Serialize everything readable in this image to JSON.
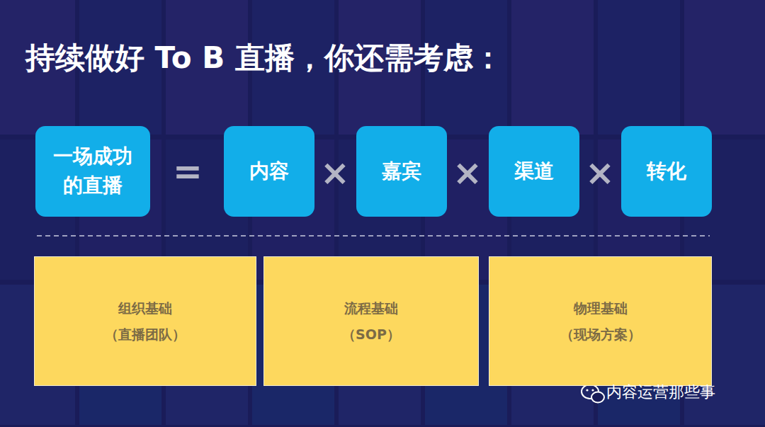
{
  "diagram": {
    "title": "持续做好 To B 直播，你还需考虑：",
    "nodes": [
      {
        "text": [
          "一场成功 的直播"
        ]
      },
      {
        "text": [
          "内容"
        ]
      },
      {
        "text": [
          "嘉宾"
        ]
      },
      {
        "text": [
          "渠道"
        ]
      },
      {
        "text": [
          "转化"
        ]
      },
      {
        "text": [
          "组织基础",
          "（直播团队）"
        ]
      },
      {
        "text": [
          "流程基础",
          "（SOP）"
        ]
      },
      {
        "text": [
          "物理基础",
          "（现场方案）"
        ]
      }
    ],
    "labels": [
      "=",
      "×",
      "×",
      "×",
      "内容运营那些事"
    ]
  }
}
